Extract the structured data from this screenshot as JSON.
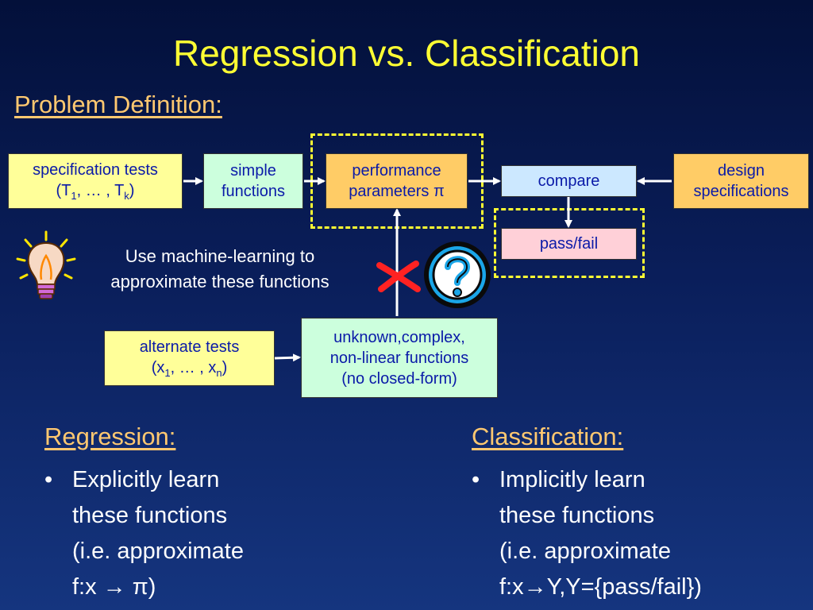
{
  "slide": {
    "title": "Regression vs. Classification",
    "problem_heading": "Problem Definition:"
  },
  "boxes": {
    "spec_tests": {
      "line1": "specification tests",
      "l2_open": "(T",
      "l2_s1": "1",
      "l2_mid": ", … , T",
      "l2_s2": "k",
      "l2_close": ")"
    },
    "simple_functions": {
      "line1": "simple",
      "line2": "functions"
    },
    "performance": {
      "line1": "performance",
      "line2": "parameters π"
    },
    "compare": {
      "line1": "compare"
    },
    "design_specs": {
      "line1": "design",
      "line2": "specifications"
    },
    "pass_fail": {
      "line1": "pass/fail"
    },
    "alternate_tests": {
      "line1": "alternate tests",
      "l2_open": "(x",
      "l2_s1": "1",
      "l2_mid": ", … , x",
      "l2_s2": "n",
      "l2_close": ")"
    },
    "unknown": {
      "line1": "unknown,complex,",
      "line2": "non-linear functions",
      "line3": "(no closed-form)"
    }
  },
  "ml_note": {
    "line1": "Use machine-learning to",
    "line2": "approximate these functions"
  },
  "regression": {
    "heading": "Regression:",
    "bullet": "•",
    "lines": [
      "Explicitly learn",
      "these functions",
      "(i.e. approximate",
      "f:x → π)"
    ]
  },
  "classification": {
    "heading": "Classification:",
    "bullet": "•",
    "lines": [
      "Implicitly learn",
      "these functions",
      "(i.e. approximate",
      "f:x→Y,Y={pass/fail})"
    ]
  },
  "icons": {
    "lightbulb": "lightbulb-icon",
    "question": "question-mark-icon",
    "cross": "red-x-icon"
  },
  "colors": {
    "title": "#ffff33",
    "heading": "#ffc870",
    "box_text": "#0a1aa8",
    "dash": "#ffff33",
    "cross": "#ff2222"
  }
}
